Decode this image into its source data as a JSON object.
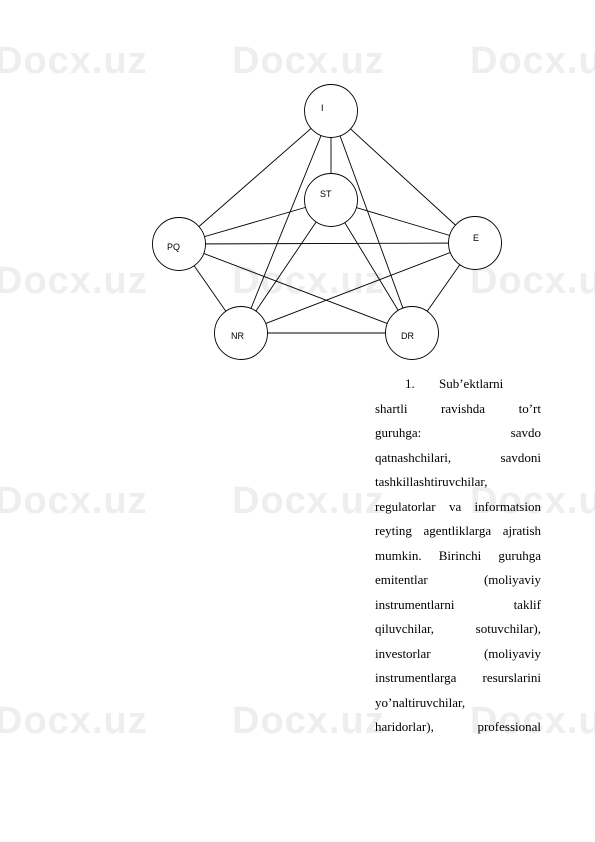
{
  "watermark": "Docx.uz",
  "diagram": {
    "nodes": [
      {
        "id": "I",
        "label": "I"
      },
      {
        "id": "ST",
        "label": "ST"
      },
      {
        "id": "PQ",
        "label": "PQ"
      },
      {
        "id": "E",
        "label": "E"
      },
      {
        "id": "NR",
        "label": "NR"
      },
      {
        "id": "DR",
        "label": "DR"
      }
    ],
    "edges": [
      [
        "I",
        "ST"
      ],
      [
        "I",
        "PQ"
      ],
      [
        "I",
        "E"
      ],
      [
        "I",
        "NR"
      ],
      [
        "I",
        "DR"
      ],
      [
        "ST",
        "PQ"
      ],
      [
        "ST",
        "E"
      ],
      [
        "ST",
        "NR"
      ],
      [
        "ST",
        "DR"
      ],
      [
        "PQ",
        "E"
      ],
      [
        "PQ",
        "NR"
      ],
      [
        "PQ",
        "DR"
      ],
      [
        "E",
        "NR"
      ],
      [
        "E",
        "DR"
      ],
      [
        "NR",
        "DR"
      ]
    ]
  },
  "text": {
    "heading_number": "1.",
    "heading_word": "Sub’ektlarni",
    "lines": [
      [
        "shartli",
        "ravishda",
        "to’rt"
      ],
      [
        "guruhga:",
        "savdo"
      ],
      [
        "qatnashchilari,",
        "savdoni"
      ],
      [
        "tashkillashtiruvchilar,"
      ],
      [
        "regulatorlar",
        "va",
        "informatsion"
      ],
      [
        "reyting",
        "agentliklarga",
        "ajratish"
      ],
      [
        "mumkin.",
        "Birinchi",
        "guruhga"
      ],
      [
        "emitentlar",
        "(moliyaviy"
      ],
      [
        "instrumentlarni",
        "taklif"
      ],
      [
        "qiluvchilar,",
        "sotuvchilar),"
      ],
      [
        "investorlar",
        "(moliyaviy"
      ],
      [
        "instrumentlarga",
        "resurslarini"
      ],
      [
        "yo’naltiruvchilar,"
      ],
      [
        "haridorlar),",
        "professional"
      ]
    ]
  }
}
